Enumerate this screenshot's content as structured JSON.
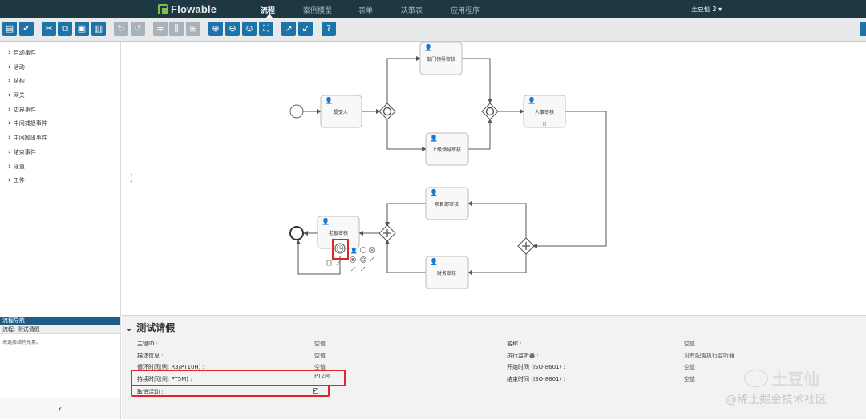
{
  "app": {
    "logo": "Flowable",
    "user": "土豆仙 2 ▾"
  },
  "nav": [
    "流程",
    "案例模型",
    "表单",
    "决策表",
    "应用程序"
  ],
  "palette": [
    "启动事件",
    "活动",
    "结构",
    "网关",
    "边界事件",
    "中间捕捉事件",
    "中间抛出事件",
    "结束事件",
    "泳道",
    "工件"
  ],
  "diagram": {
    "submit": "提交人",
    "dept": "部门领导审核",
    "superior": "上级领导审核",
    "hr": "人事审核",
    "pm": "项目部审核",
    "finance": "财务审核",
    "boss": "老板审核",
    "hr_marker": "|||"
  },
  "navigator": {
    "title": "流程导航",
    "row": "流程: 测试请假",
    "empty": "未选择结构元素。",
    "collapse": "‹"
  },
  "props": {
    "title": "测试请假",
    "left": [
      {
        "label": "主键ID :",
        "value": "空值"
      },
      {
        "label": "描述信息 :",
        "value": "空值"
      },
      {
        "label": "循环时间(例: R3/PT10H) :",
        "value": "空值"
      },
      {
        "label": "持续时间(例: PT5M) :",
        "value": "PT2M"
      },
      {
        "label": "取消活动 :",
        "value": "✔"
      }
    ],
    "right": [
      {
        "label": "名称 :",
        "value": "空值"
      },
      {
        "label": "执行监听器 :",
        "value": "没有配置执行监听器"
      },
      {
        "label": "开始时间 (ISO-8601) :",
        "value": "空值"
      },
      {
        "label": "结束时间 (ISO-8601) :",
        "value": "空值"
      }
    ]
  },
  "watermark": {
    "line1": "土豆仙",
    "line2": "@稀土掘金技术社区"
  },
  "colors": {
    "nav_bg": "#1d3743",
    "brand_green": "#7cc242",
    "button_blue": "#1d73a8",
    "highlight_red": "#e0262b"
  }
}
